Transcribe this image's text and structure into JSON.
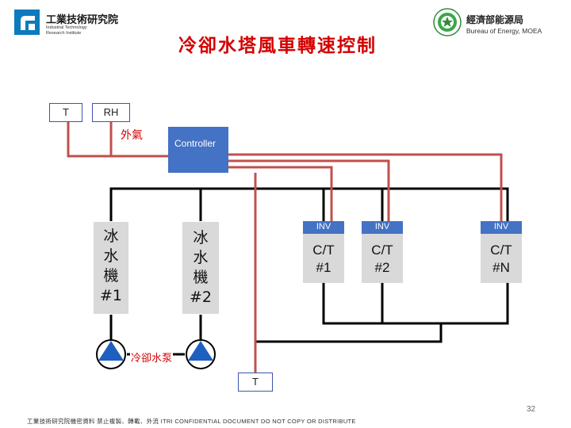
{
  "header": {
    "title": "冷卻水塔風車轉速控制",
    "itri_logo": {
      "name_cn": "工業技術研究院",
      "name_en": "Industrial Technology\nResearch Institute",
      "icon": "itri-logo-icon"
    },
    "moea_logo": {
      "name_cn": "經濟部能源局",
      "name_en": "Bureau of Energy, MOEA",
      "icon": "moea-emblem-icon"
    }
  },
  "diagram": {
    "sensors": {
      "temperature": "T",
      "humidity": "RH"
    },
    "outside_air_label": "外氣",
    "controller_label": "Controller",
    "chillers": [
      {
        "lines": [
          "冰",
          "水",
          "機",
          "#1"
        ]
      },
      {
        "lines": [
          "冰",
          "水",
          "機",
          "#2"
        ]
      }
    ],
    "cooling_towers": [
      {
        "inv_label": "INV",
        "lines": [
          "C/T",
          "#1"
        ]
      },
      {
        "inv_label": "INV",
        "lines": [
          "C/T",
          "#2"
        ]
      },
      {
        "inv_label": "INV",
        "lines": [
          "C/T",
          "#N"
        ]
      }
    ],
    "pump_label": "冷卻水泵",
    "water_temp_sensor": "T"
  },
  "footer": {
    "page_number": "32",
    "confidential": "工業技術研究院機密資料 禁止複製、轉載、外流 ITRI CONFIDENTIAL DOCUMENT DO NOT COPY OR DISTRIBUTE"
  },
  "colors": {
    "accent": "#4472c4",
    "signal_line": "#c0504d",
    "title": "#d40000",
    "equipment_fill": "#d9d9d9",
    "pipe": "#000000"
  }
}
